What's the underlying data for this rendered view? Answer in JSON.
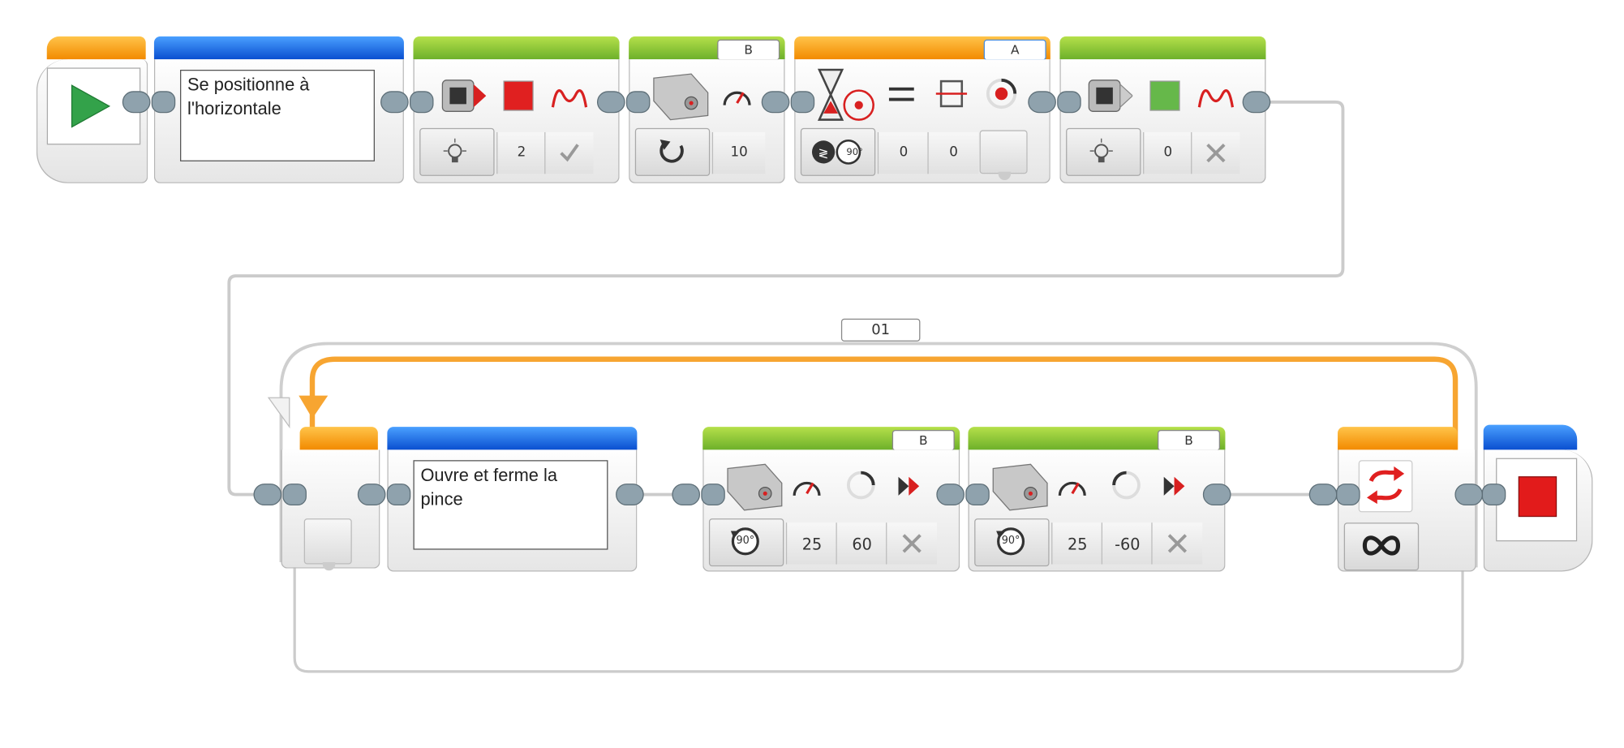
{
  "canvas": {
    "wire_color": "#c9c9c9",
    "loop_color": "#f7a531",
    "green_block": "#7cc230",
    "blue_block": "#1a62e0",
    "orange_block": "#f59a0f"
  },
  "row1": {
    "start_block": {
      "icon": "play-icon"
    },
    "comment_1": {
      "text": "Se positionne à l'horizontale"
    },
    "brick_light_on": {
      "mode_icon": "light-bulb-icon",
      "color_icon": "red-square-icon",
      "pulse_icon": "pulse-wave-icon",
      "color_value": "2",
      "pulse_value_icon": "check-icon"
    },
    "motor_on": {
      "port": "B",
      "mode_icon": "rotate-icon",
      "power_icon": "speedometer-icon",
      "power": "10"
    },
    "wait_rotation": {
      "port": "A",
      "compare_icon": "equals-icon",
      "type_value": "0",
      "threshold": "0",
      "rotation_icon": "rotation-sensor-icon",
      "badge": "90°"
    },
    "brick_light_off": {
      "mode_icon": "light-bulb-icon",
      "color_icon": "green-square-icon",
      "pulse_icon": "pulse-wave-icon",
      "color_value": "0",
      "pulse_value_icon": "cross-icon"
    }
  },
  "loop": {
    "name": "01",
    "mode_icon": "infinity-icon",
    "repeat_icon": "loop-arrows-icon"
  },
  "row2": {
    "comment_2": {
      "text": "Ouvre et ferme la pince"
    },
    "motor_deg_1": {
      "port": "B",
      "mode_badge": "90°",
      "power": "25",
      "degrees": "60",
      "brake_icon": "cross-icon"
    },
    "motor_deg_2": {
      "port": "B",
      "mode_badge": "90°",
      "power": "25",
      "degrees": "-60",
      "brake_icon": "cross-icon"
    },
    "stop_block": {
      "icon": "stop-square-icon"
    }
  }
}
